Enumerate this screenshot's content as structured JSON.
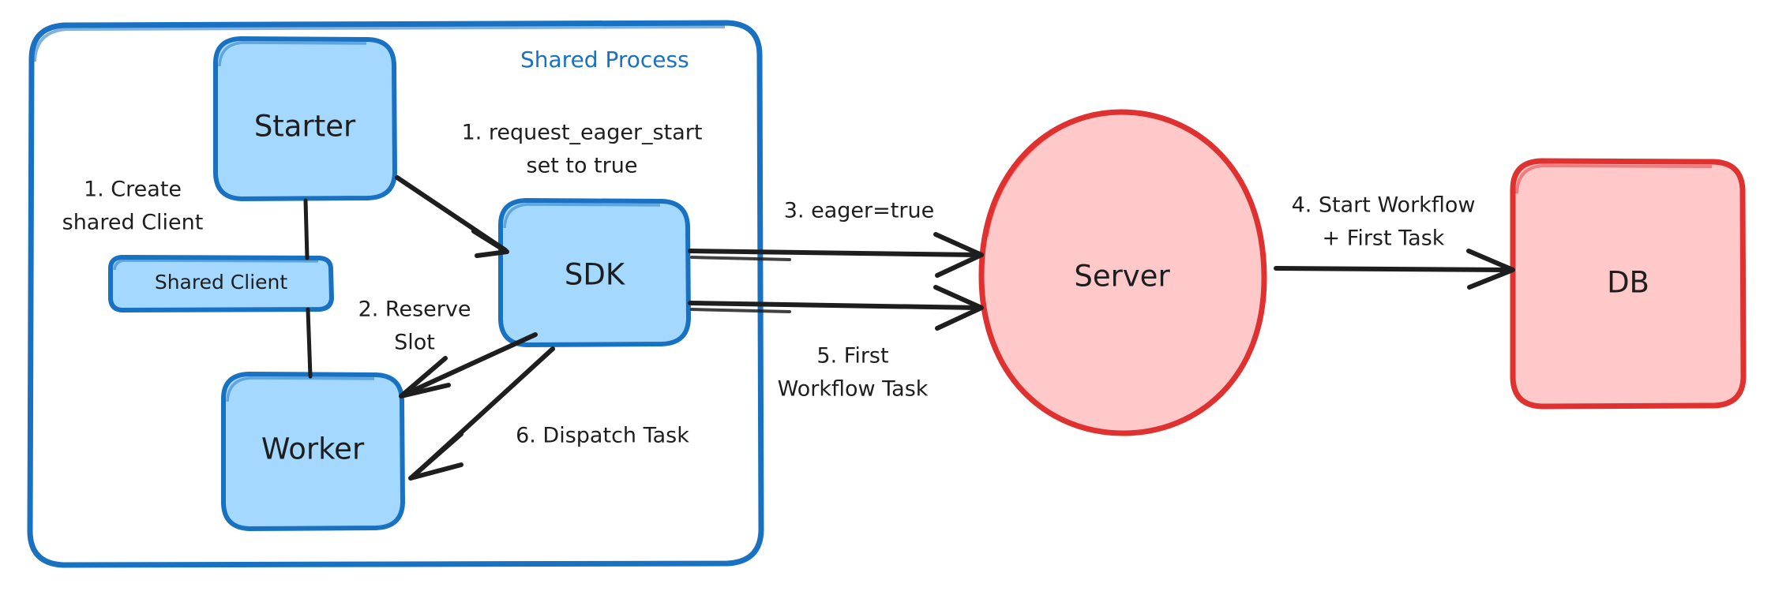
{
  "diagram": {
    "title_group": "Shared Process",
    "colors": {
      "blue_fill": "#a5d8ff",
      "blue_stroke": "#1971c2",
      "red_fill": "#ffc9c9",
      "red_stroke": "#e03131",
      "edge": "#1e1e1e",
      "background": "#ffffff"
    },
    "nodes": {
      "starter": "Starter",
      "shared_client": "Shared Client",
      "worker": "Worker",
      "sdk": "SDK",
      "server": "Server",
      "db": "DB"
    },
    "edge_labels": {
      "create_shared_client": [
        "1. Create",
        "shared Client"
      ],
      "request_eager_start": [
        "1. request_eager_start",
        "set to true"
      ],
      "reserve_slot": [
        "2. Reserve",
        "Slot"
      ],
      "eager_true": [
        "3. eager=true"
      ],
      "start_workflow": [
        "4. Start Workflow",
        "+ First Task"
      ],
      "first_workflow_task": [
        "5. First",
        "Workflow Task"
      ],
      "dispatch_task": [
        "6. Dispatch Task"
      ]
    }
  }
}
